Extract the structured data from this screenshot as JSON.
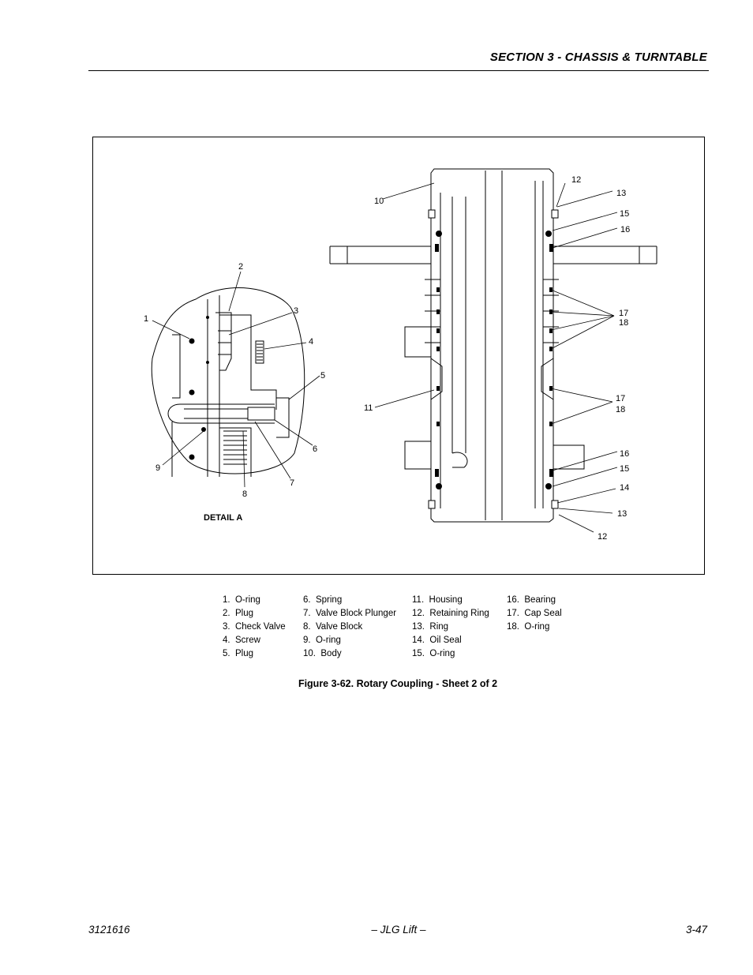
{
  "header": {
    "section_title": "SECTION 3 - CHASSIS & TURNTABLE"
  },
  "figure": {
    "detail_label": "DETAIL A",
    "callouts": {
      "c1": "1",
      "c2": "2",
      "c3": "3",
      "c4": "4",
      "c5": "5",
      "c6": "6",
      "c7": "7",
      "c8": "8",
      "c9": "9",
      "c10": "10",
      "c11": "11",
      "c12a": "12",
      "c13a": "13",
      "c15a": "15",
      "c16a": "16",
      "c17a": "17",
      "c18a": "18",
      "c17b": "17",
      "c18b": "18",
      "c16b": "16",
      "c15b": "15",
      "c14": "14",
      "c13b": "13",
      "c12b": "12"
    }
  },
  "legend": [
    [
      {
        "num": "1.",
        "label": "O-ring"
      },
      {
        "num": "2.",
        "label": "Plug"
      },
      {
        "num": "3.",
        "label": "Check Valve"
      },
      {
        "num": "4.",
        "label": "Screw"
      },
      {
        "num": "5.",
        "label": "Plug"
      }
    ],
    [
      {
        "num": "6.",
        "label": "Spring"
      },
      {
        "num": "7.",
        "label": "Valve Block Plunger"
      },
      {
        "num": "8.",
        "label": "Valve Block"
      },
      {
        "num": "9.",
        "label": "O-ring"
      },
      {
        "num": "10.",
        "label": "Body"
      }
    ],
    [
      {
        "num": "11.",
        "label": "Housing"
      },
      {
        "num": "12.",
        "label": "Retaining Ring"
      },
      {
        "num": "13.",
        "label": "Ring"
      },
      {
        "num": "14.",
        "label": "Oil Seal"
      },
      {
        "num": "15.",
        "label": "O-ring"
      }
    ],
    [
      {
        "num": "16.",
        "label": "Bearing"
      },
      {
        "num": "17.",
        "label": "Cap Seal"
      },
      {
        "num": "18.",
        "label": "O-ring"
      }
    ]
  ],
  "caption": "Figure 3-62.  Rotary Coupling - Sheet 2 of 2",
  "footer": {
    "doc_number": "3121616",
    "center": "– JLG Lift –",
    "page": "3-47"
  }
}
